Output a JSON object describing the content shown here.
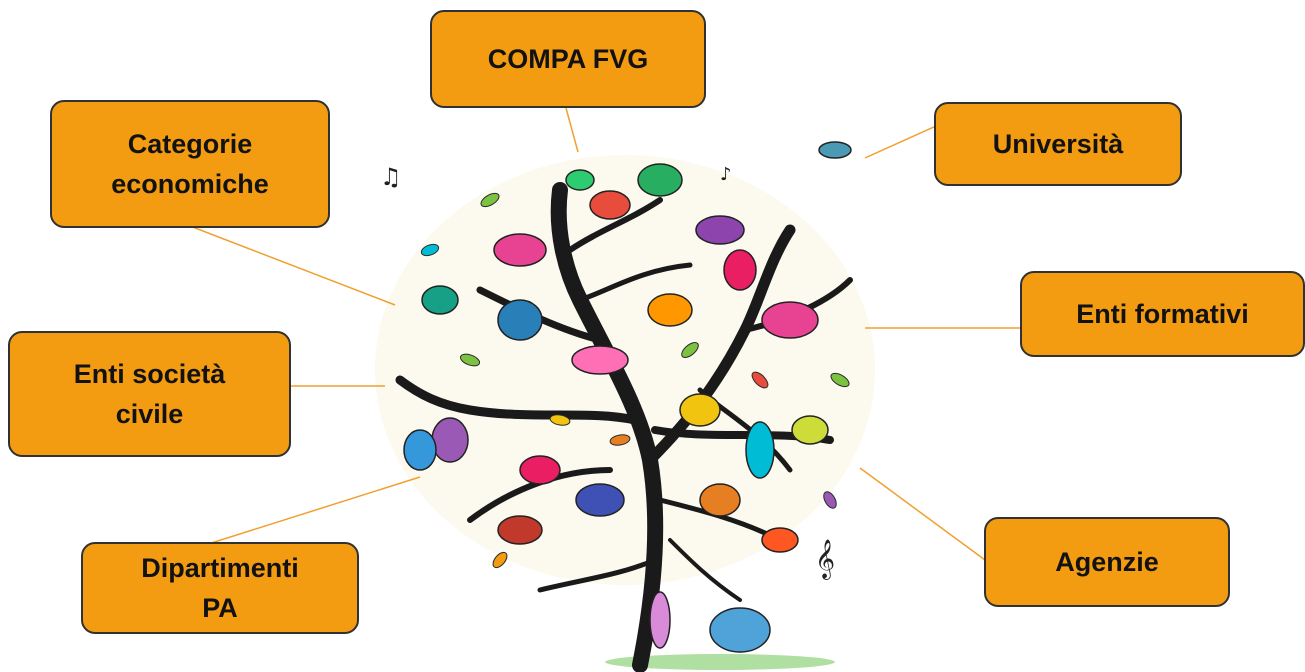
{
  "colors": {
    "box_fill": "#f39c12",
    "box_border": "#2f3133",
    "connector": "#f0a030",
    "trunk": "#1a1a1a"
  },
  "center_image": {
    "icon": "tree-with-birds-illustration"
  },
  "nodes": {
    "compa_fvg": {
      "label": "COMPA FVG"
    },
    "categorie": {
      "label": "Categorie economiche"
    },
    "universita": {
      "label": "Università"
    },
    "enti_formativi": {
      "label": "Enti formativi"
    },
    "enti_societa": {
      "label": "Enti società civile"
    },
    "dipartimenti": {
      "label": "Dipartimenti PA"
    },
    "agenzie": {
      "label": "Agenzie"
    }
  }
}
